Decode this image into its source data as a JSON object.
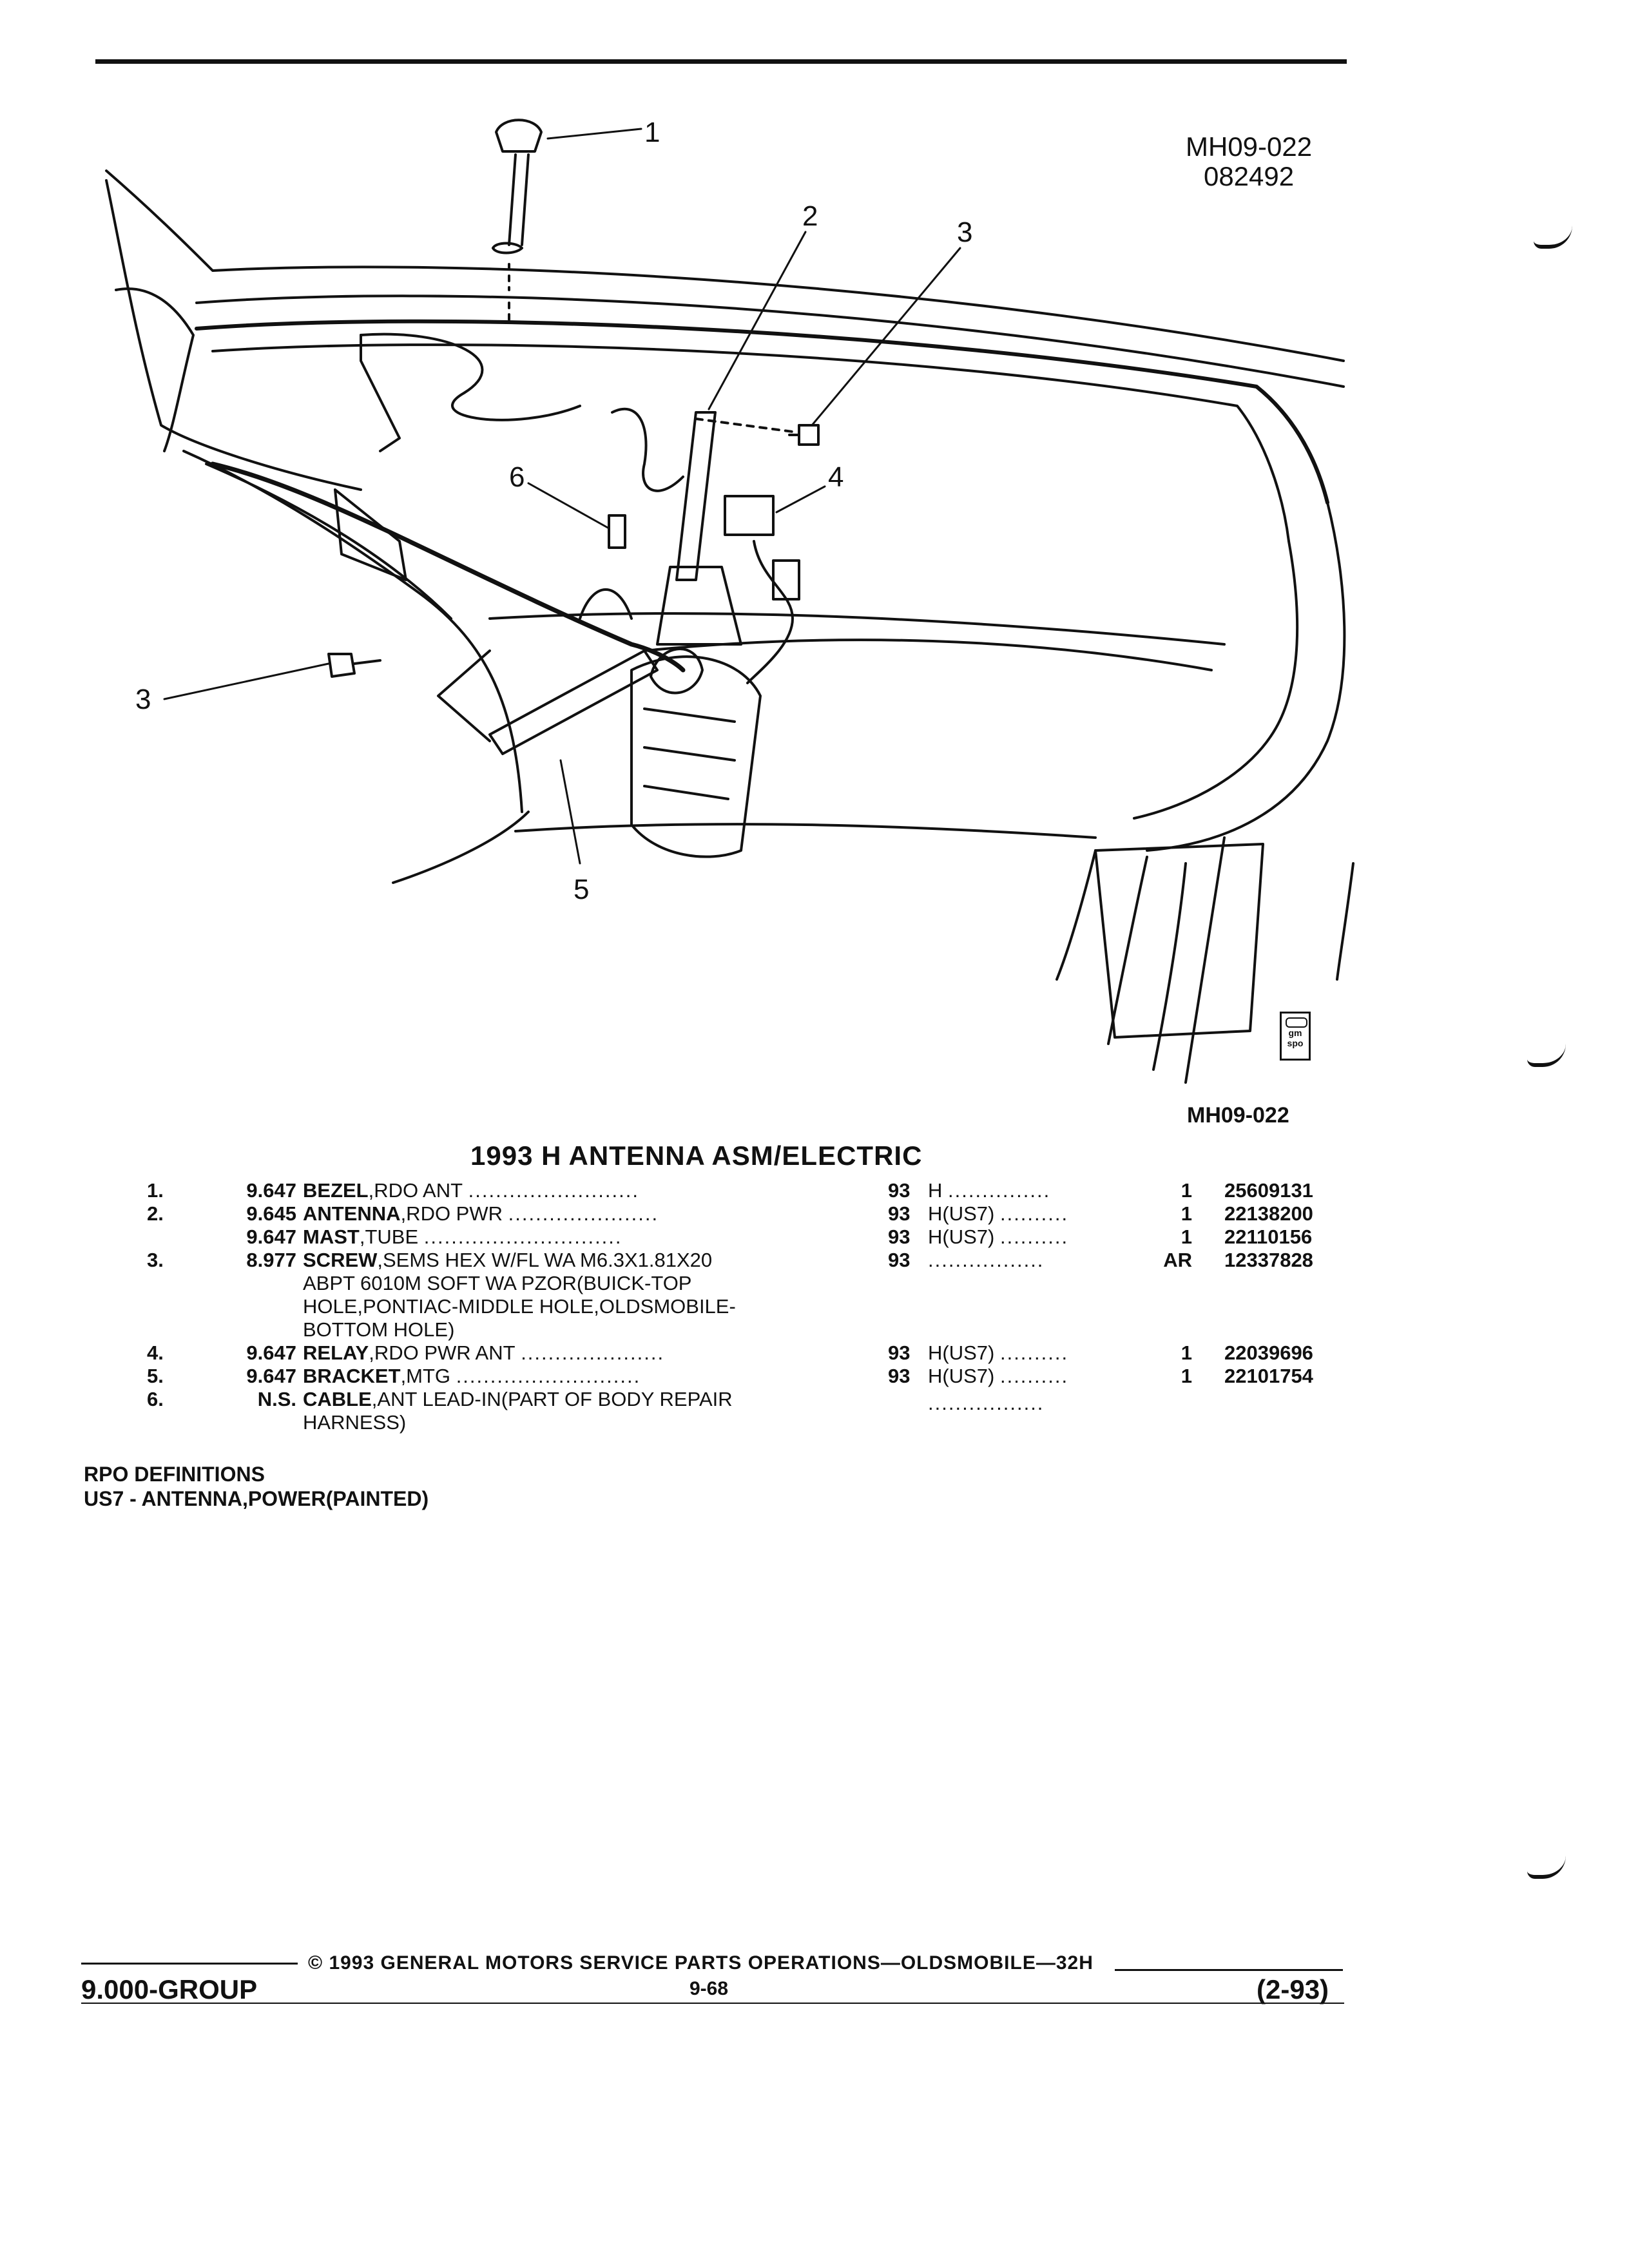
{
  "figure": {
    "code": "MH09-022",
    "date": "082492",
    "reference": "MH09-022",
    "logo_text": [
      "gm",
      "spo"
    ],
    "callouts": [
      "1",
      "2",
      "3",
      "3",
      "4",
      "5",
      "6"
    ]
  },
  "table": {
    "title": "1993 H ANTENNA ASM/ELECTRIC",
    "rows": [
      {
        "num": "1.",
        "ill": "9.647",
        "name": "BEZEL",
        "desc": ",RDO ANT",
        "year": "93",
        "series": "H",
        "qty": "1",
        "part": "25609131"
      },
      {
        "num": "2.",
        "ill": "9.645",
        "name": "ANTENNA",
        "desc": ",RDO PWR",
        "year": "93",
        "series": "H(US7)",
        "qty": "1",
        "part": "22138200"
      },
      {
        "num": "",
        "ill": "9.647",
        "name": "MAST",
        "desc": ",TUBE",
        "year": "93",
        "series": "H(US7)",
        "qty": "1",
        "part": "22110156"
      },
      {
        "num": "3.",
        "ill": "8.977",
        "name": "SCREW",
        "desc": ",SEMS HEX W/FL WA M6.3X1.81X20",
        "year": "93",
        "series": "",
        "qty": "AR",
        "part": "12337828"
      },
      {
        "num": "4.",
        "ill": "9.647",
        "name": "RELAY",
        "desc": ",RDO PWR ANT",
        "year": "93",
        "series": "H(US7)",
        "qty": "1",
        "part": "22039696"
      },
      {
        "num": "5.",
        "ill": "9.647",
        "name": "BRACKET",
        "desc": ",MTG",
        "year": "93",
        "series": "H(US7)",
        "qty": "1",
        "part": "22101754"
      },
      {
        "num": "6.",
        "ill": "N.S.",
        "name": "CABLE",
        "desc": ",ANT LEAD-IN(PART OF BODY REPAIR",
        "year": "",
        "series": "",
        "qty": "",
        "part": ""
      }
    ],
    "screw_cont": [
      "ABPT 6010M SOFT WA PZOR(BUICK-TOP",
      "HOLE,PONTIAC-MIDDLE HOLE,OLDSMOBILE-",
      "BOTTOM HOLE)"
    ],
    "cable_cont": "HARNESS)"
  },
  "rpo": {
    "title": "RPO DEFINITIONS",
    "definition": "US7 - ANTENNA,POWER(PAINTED)"
  },
  "footer": {
    "group": "9.000-GROUP",
    "copyright": "© 1993  GENERAL MOTORS SERVICE PARTS OPERATIONS—OLDSMOBILE—32H",
    "page": "9-68",
    "revision": "(2-93)"
  }
}
